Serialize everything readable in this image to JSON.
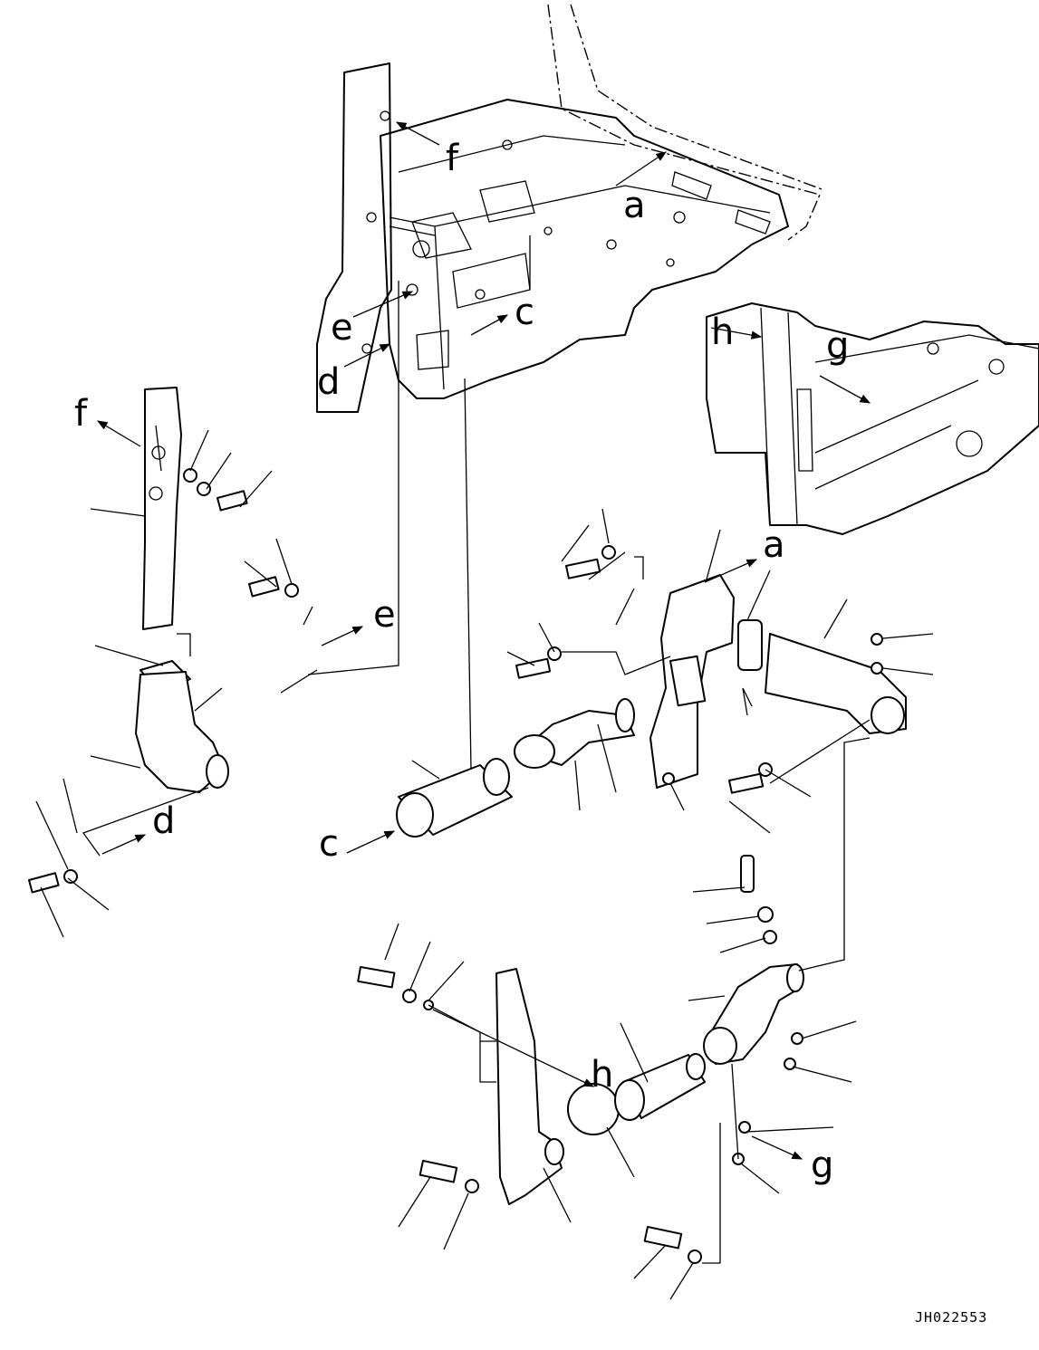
{
  "drawing_code": "JH022553",
  "callouts": {
    "a": "a",
    "c": "c",
    "d": "d",
    "e": "e",
    "f": "f",
    "g": "g",
    "h": "h"
  }
}
